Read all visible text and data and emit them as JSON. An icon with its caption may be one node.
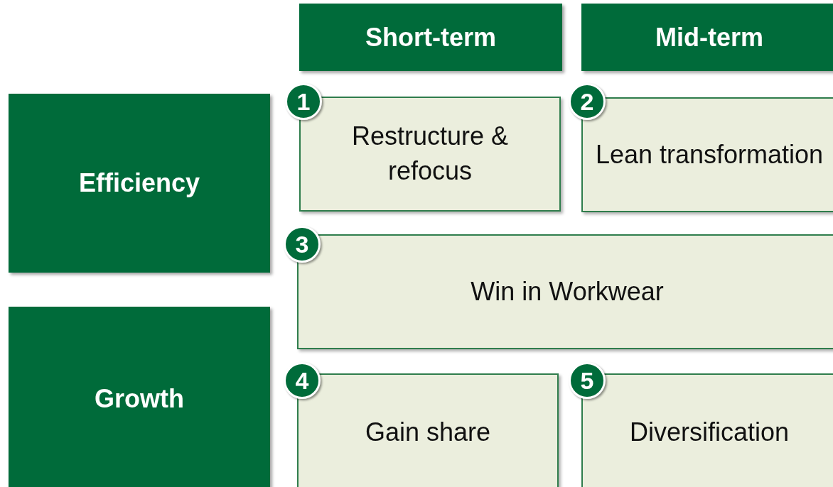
{
  "diagram": {
    "nodes": [
      {
        "text": [
          "Short-term"
        ]
      },
      {
        "text": [
          "Mid-term"
        ]
      },
      {
        "text": [
          "Efficiency"
        ]
      },
      {
        "text": [
          "1"
        ]
      },
      {
        "text": [
          "Restructure & refocus"
        ]
      },
      {
        "text": [
          "2"
        ]
      },
      {
        "text": [
          "Lean transformation"
        ]
      },
      {
        "text": [
          "3"
        ]
      },
      {
        "text": [
          "Win in Workwear"
        ]
      },
      {
        "text": [
          "Growth"
        ]
      },
      {
        "text": [
          "4"
        ]
      },
      {
        "text": [
          "Gain share"
        ]
      },
      {
        "text": [
          "5"
        ]
      },
      {
        "text": [
          "Diversification"
        ]
      }
    ],
    "edges": []
  }
}
